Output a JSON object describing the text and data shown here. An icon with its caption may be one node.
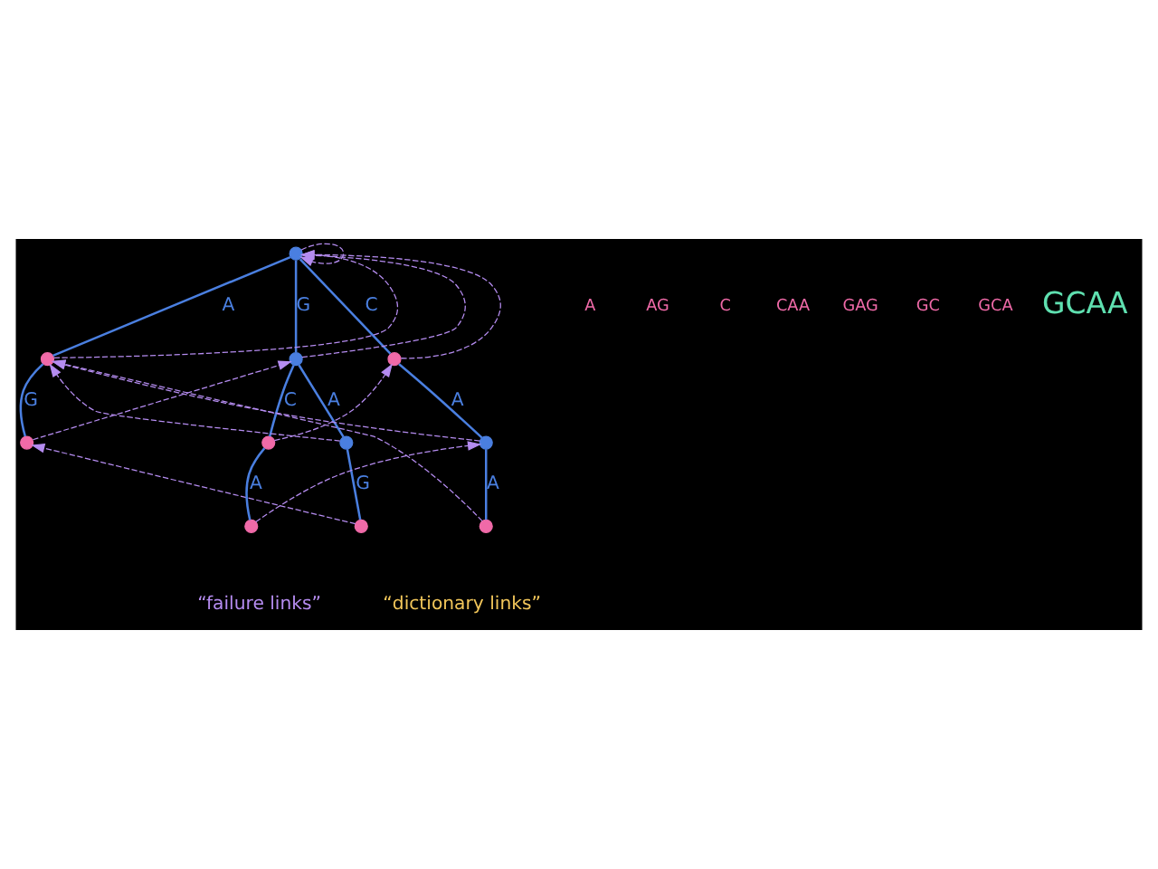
{
  "diagram": {
    "nodes": [
      {
        "text": [],
        "shape": "circle"
      },
      {
        "text": [],
        "shape": "circle"
      },
      {
        "text": [],
        "shape": "circle"
      },
      {
        "text": [],
        "shape": "circle"
      },
      {
        "text": [],
        "shape": "circle"
      },
      {
        "text": [],
        "shape": "circle"
      },
      {
        "text": [],
        "shape": "circle"
      },
      {
        "text": [],
        "shape": "circle"
      },
      {
        "text": [],
        "shape": "circle"
      },
      {
        "text": [],
        "shape": "circle"
      },
      {
        "text": [],
        "shape": "circle"
      }
    ],
    "edges": [
      {
        "from": 0,
        "to": 1,
        "arrow": "none",
        "label": "A",
        "color": "#4a7fe0"
      },
      {
        "from": 1,
        "to": 2,
        "arrow": "none",
        "label": "G",
        "color": "#4a7fe0"
      },
      {
        "from": 0,
        "to": 3,
        "arrow": "none",
        "label": "G",
        "color": "#4a7fe0"
      },
      {
        "from": 3,
        "to": 4,
        "arrow": "none",
        "label": "A",
        "color": "#4a7fe0"
      },
      {
        "from": 4,
        "to": 5,
        "arrow": "none",
        "label": "G",
        "color": "#4a7fe0"
      },
      {
        "from": 3,
        "to": 6,
        "arrow": "none",
        "label": "C",
        "color": "#4a7fe0"
      },
      {
        "from": 6,
        "to": 7,
        "arrow": "none",
        "label": "A",
        "color": "#4a7fe0"
      },
      {
        "from": 0,
        "to": 8,
        "arrow": "none",
        "label": "C",
        "color": "#4a7fe0"
      },
      {
        "from": 8,
        "to": 9,
        "arrow": "none",
        "label": "A",
        "color": "#4a7fe0"
      },
      {
        "from": 9,
        "to": 10,
        "arrow": "none",
        "label": "A",
        "color": "#4a7fe0"
      },
      {
        "from": 0,
        "to": 0,
        "arrow": "to",
        "style": "dashed"
      },
      {
        "from": 1,
        "to": 0,
        "arrow": "to",
        "style": "dashed"
      },
      {
        "from": 8,
        "to": 0,
        "arrow": "to",
        "style": "dashed"
      },
      {
        "from": 3,
        "to": 0,
        "arrow": "to",
        "style": "dashed"
      },
      {
        "from": 2,
        "to": 3,
        "arrow": "to",
        "style": "dashed"
      },
      {
        "from": 4,
        "to": 1,
        "arrow": "to",
        "style": "dashed"
      },
      {
        "from": 5,
        "to": 2,
        "arrow": "to",
        "style": "dashed"
      },
      {
        "from": 6,
        "to": 8,
        "arrow": "to",
        "style": "dashed"
      },
      {
        "from": 7,
        "to": 9,
        "arrow": "to",
        "style": "dashed"
      },
      {
        "from": 9,
        "to": 1,
        "arrow": "to",
        "style": "dashed"
      },
      {
        "from": 10,
        "to": 1,
        "arrow": "to",
        "style": "dashed"
      }
    ],
    "labels": [
      "A",
      "AG",
      "C",
      "CAA",
      "GAG",
      "GC",
      "GCA",
      "GCAA",
      "“failure links”",
      "“dictionary links”"
    ]
  }
}
